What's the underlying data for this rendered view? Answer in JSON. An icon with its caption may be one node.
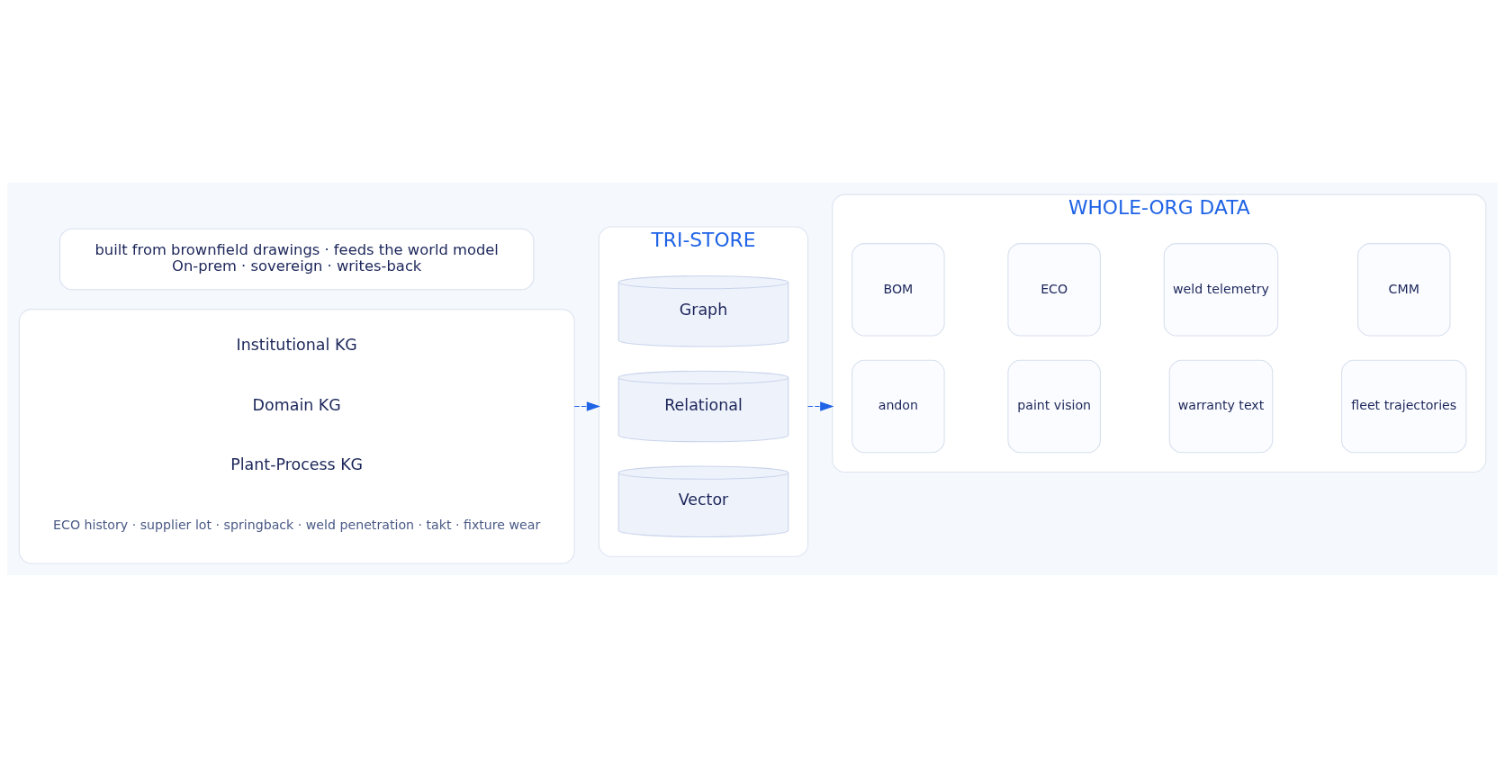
{
  "diagram": {
    "nodes": [
      {
        "text": [],
        "shape": "box"
      },
      {
        "text": [
          "Institutional KG"
        ],
        "in": 0
      },
      {
        "text": [
          "Domain KG"
        ],
        "in": 0
      },
      {
        "text": [
          "Plant-Process KG"
        ],
        "in": 0
      },
      {
        "text": [
          "TRI-STORE"
        ]
      },
      {
        "text": [
          "Graph"
        ],
        "in": 4
      },
      {
        "text": [
          "Relational"
        ],
        "in": 4
      },
      {
        "text": [
          "Vector"
        ],
        "in": 4
      },
      {
        "text": [
          "WHOLE-ORG DATA"
        ]
      },
      {
        "text": [
          "BOM"
        ],
        "in": 8
      },
      {
        "text": [
          "ECO"
        ],
        "in": 8
      },
      {
        "text": [
          "weld telemetry"
        ],
        "in": 8
      },
      {
        "text": [
          "CMM"
        ],
        "in": 8
      },
      {
        "text": [
          "andon"
        ],
        "in": 8
      },
      {
        "text": [
          "paint vision"
        ],
        "in": 8
      },
      {
        "text": [
          "warranty text"
        ],
        "in": 8
      },
      {
        "text": [
          "fleet trajectories"
        ],
        "in": 8
      },
      {
        "text": [
          "built from brownfield drawings · feeds the world model",
          "On-prem · sovereign · writes-back"
        ]
      }
    ],
    "edges": [
      {
        "from": 0,
        "to": 4,
        "arrow": "to",
        "style": "dashed"
      },
      {
        "from": 4,
        "to": 8,
        "arrow": "to",
        "style": "dashed"
      }
    ],
    "labels": [
      "ECO history · supplier lot · springback · weld penetration · takt · fixture wear"
    ]
  }
}
